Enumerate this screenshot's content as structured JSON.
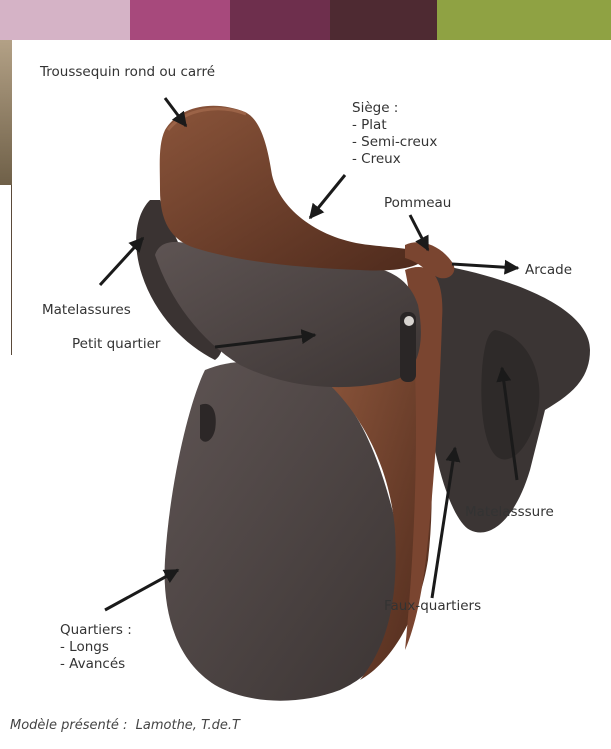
{
  "colors": {
    "top_bar": [
      "#d5b3c6",
      "#a7497c",
      "#6e2f4d",
      "#4e2a32",
      "#8fa243"
    ],
    "leather_dark": "#4f4645",
    "leather_brown": "#6a3a28",
    "arrow": "#1a1a1a"
  },
  "labels": {
    "troussequin": "Troussequin rond ou carré",
    "siege": "Siège :\n- Plat\n- Semi-creux\n- Creux",
    "pommeau": "Pommeau",
    "arcade": "Arcade",
    "matelassures": "Matelassures",
    "petit_quartier": "Petit quartier",
    "matelasssure": "Matelasssure",
    "faux_quartiers": "Faux-quartiers",
    "quartiers": "Quartiers :\n- Longs\n- Avancés"
  },
  "caption": "Modèle présenté :  Lamothe, T.de.T"
}
